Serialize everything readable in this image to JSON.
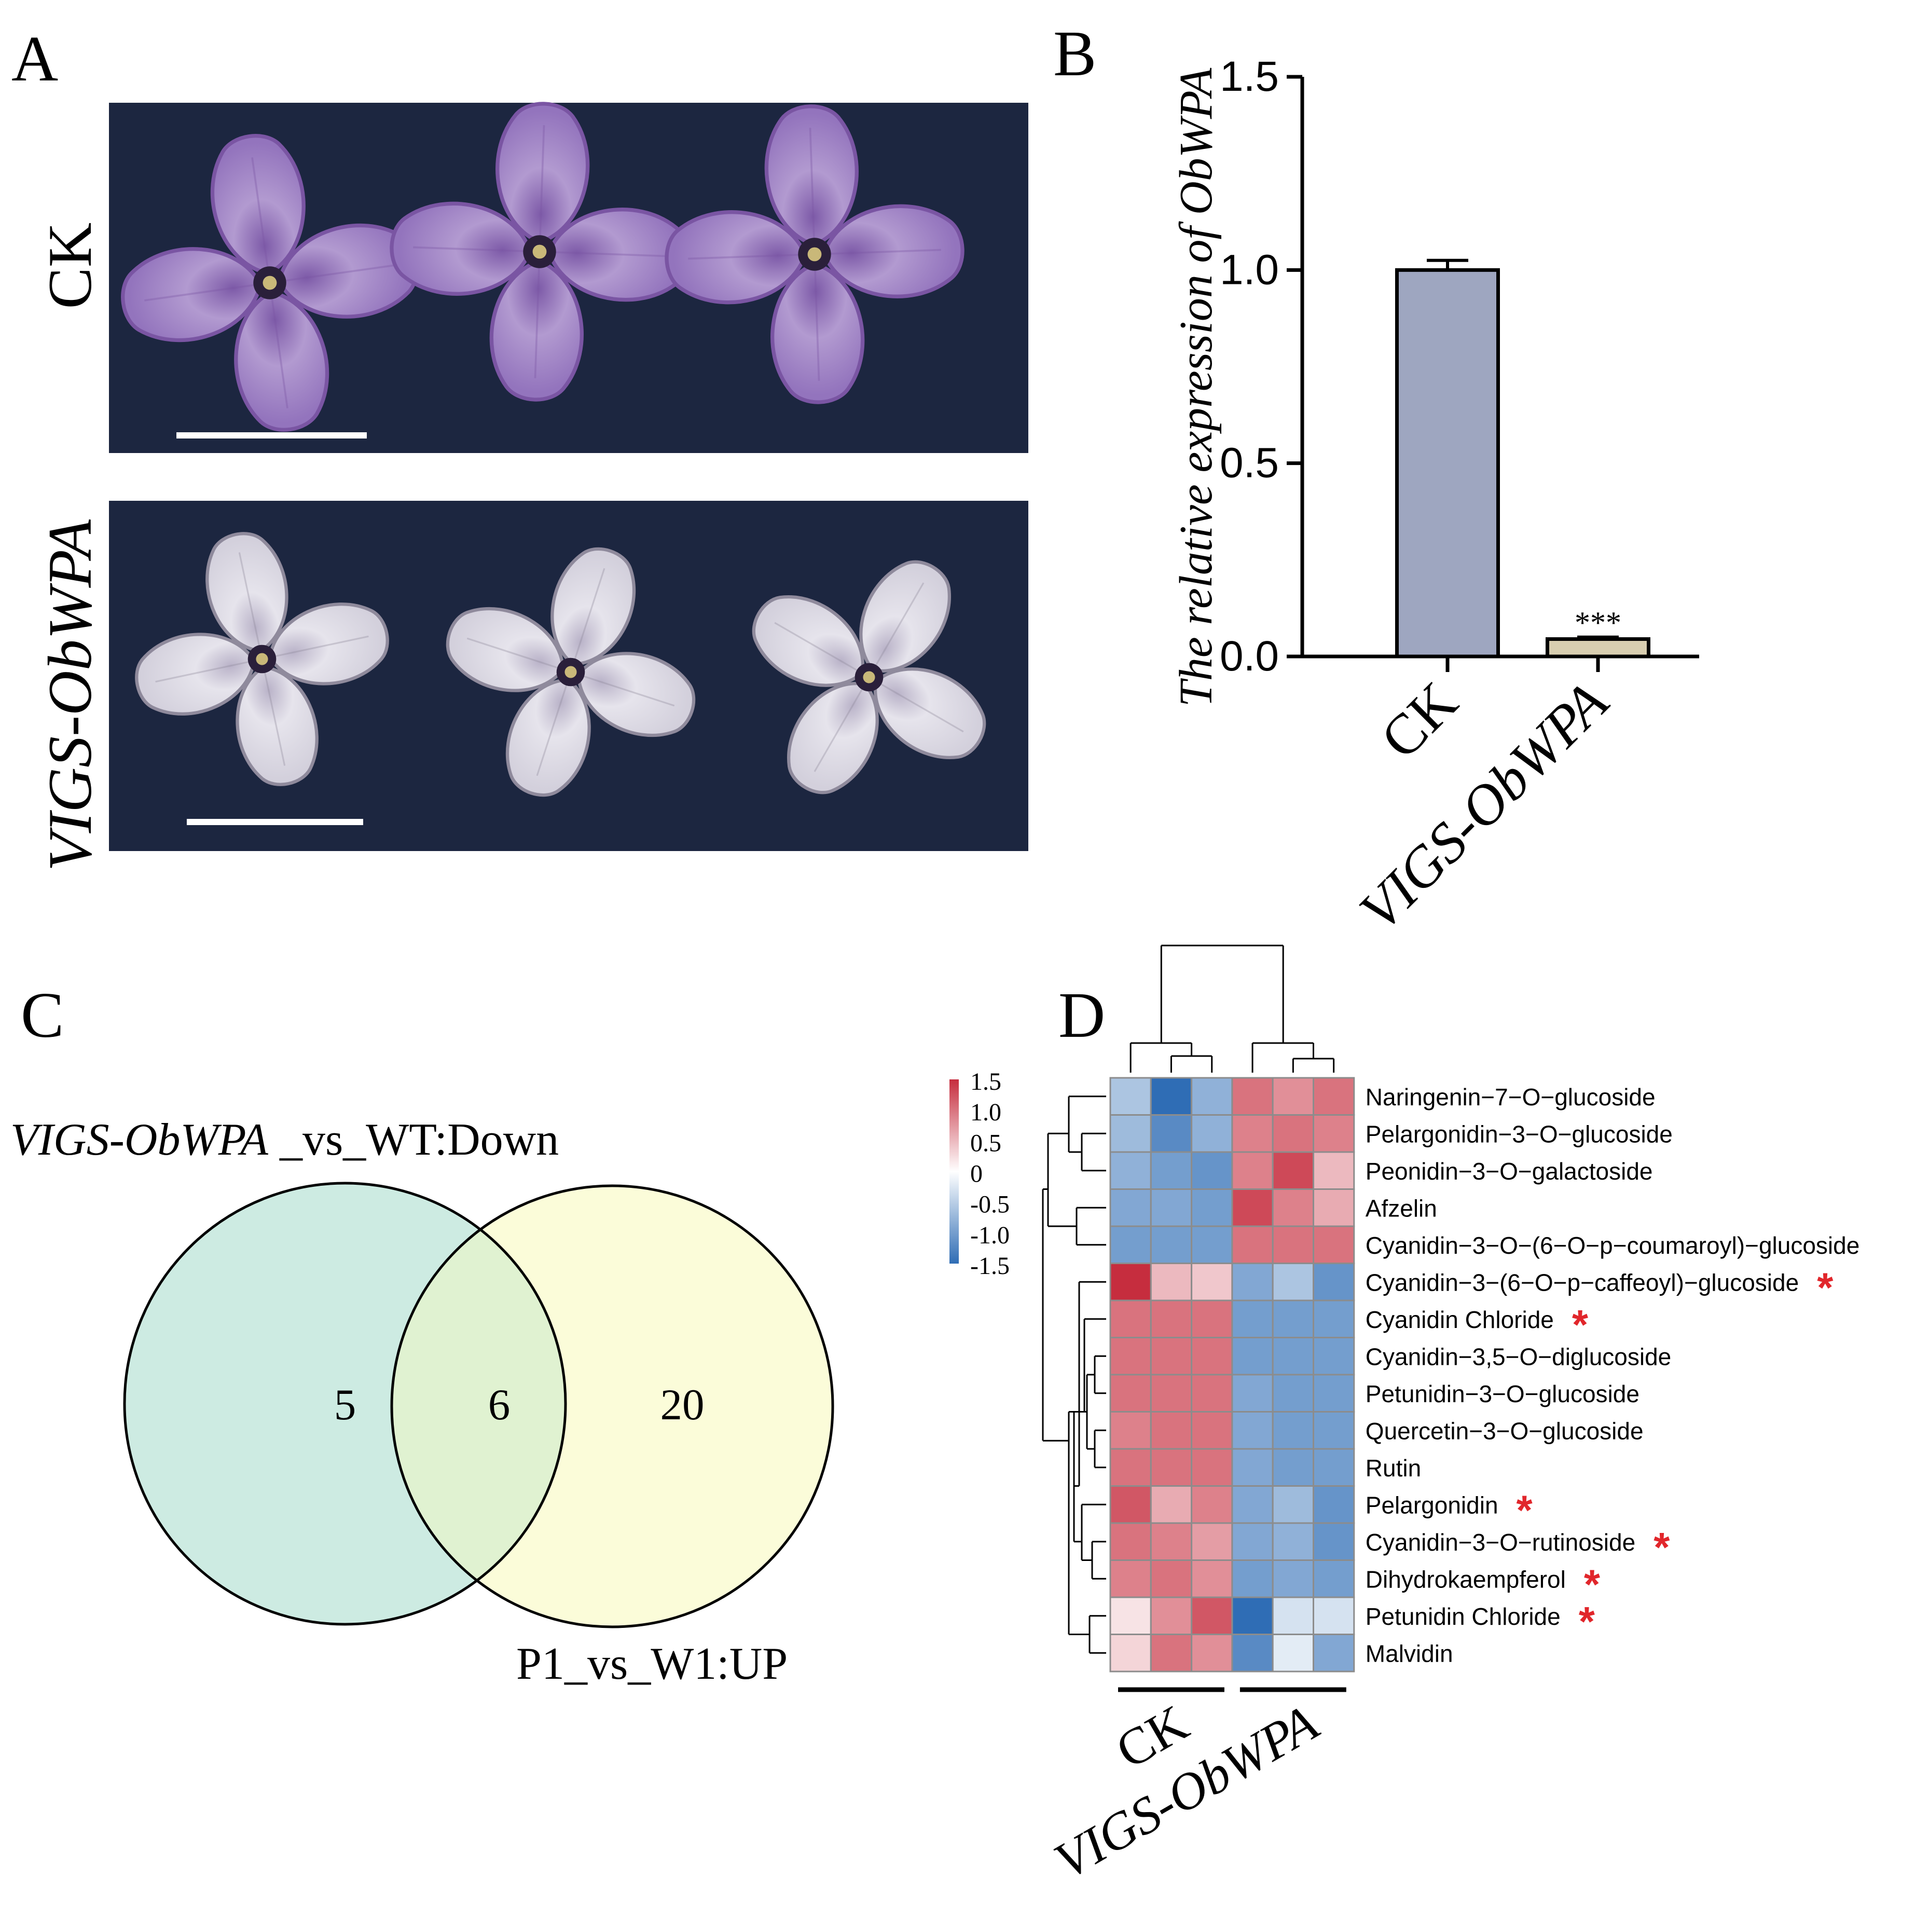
{
  "panels": {
    "a": {
      "letter": "A",
      "row_labels": {
        "ck": "CK",
        "vigs_prefix": "VIGS-",
        "vigs_gene": "ObWPA"
      },
      "colors": {
        "background": "#1c2640",
        "ck_petal": "#a98cc9",
        "ck_petal_edge": "#7a55a3",
        "vigs_petal": "#dcdae4",
        "center": "#2a1f3a",
        "scale_bar": "#ffffff"
      }
    },
    "b": {
      "letter": "B"
    },
    "c": {
      "letter": "C",
      "set1_label": {
        "prefix": "VIGS-ObWPA",
        "suffix": " _vs_WT:Down"
      },
      "set2_label": "P1_vs_W1:UP",
      "counts": {
        "only_set1": "5",
        "overlap": "6",
        "only_set2": "20"
      },
      "colors": {
        "set1": "#cdebe2",
        "overlap": "#e0f2d1",
        "set2": "#fbfcd9",
        "edge": "#000000"
      }
    },
    "d": {
      "letter": "D"
    }
  },
  "chart_data": [
    {
      "type": "bar",
      "panel": "B",
      "ylabel": {
        "prefix": "The relative expression of ",
        "gene": "ObWPA"
      },
      "categories": [
        {
          "prefix": "CK",
          "gene": ""
        },
        {
          "prefix": "VIGS-",
          "gene": "ObWPA"
        }
      ],
      "values": [
        1.0,
        0.045
      ],
      "errors": [
        0.025,
        0.005
      ],
      "bar_colors": [
        "#9ea6c0",
        "#d8ceb0"
      ],
      "annotations": [
        "",
        "***"
      ],
      "yticks": [
        "0.0",
        "0.5",
        "1.0",
        "1.5"
      ],
      "ylim": [
        0,
        1.5
      ]
    },
    {
      "type": "heatmap",
      "panel": "D",
      "rows": [
        "Naringenin−7−O−glucoside",
        "Pelargonidin−3−O−glucoside",
        "Peonidin−3−O−galactoside",
        "Afzelin",
        "Cyanidin−3−O−(6−O−p−coumaroyl)−glucoside",
        "Cyanidin−3−(6−O−p−caffeoyl)−glucoside",
        "Cyanidin Chloride",
        "Cyanidin−3,5−O−diglucoside",
        "Petunidin−3−O−glucoside",
        "Quercetin−3−O−glucoside",
        "Rutin",
        "Pelargonidin",
        "Cyanidin−3−O−rutinoside",
        "Dihydrokaempferol",
        "Petunidin Chloride",
        "Malvidin"
      ],
      "significance": [
        "",
        "",
        "",
        "",
        "",
        "*",
        "*",
        "",
        "",
        "",
        "",
        "*",
        "*",
        "*",
        "*",
        ""
      ],
      "values": [
        [
          -0.6,
          -1.5,
          -0.8,
          1.0,
          0.8,
          1.0
        ],
        [
          -0.7,
          -1.2,
          -0.8,
          0.9,
          1.0,
          0.9
        ],
        [
          -0.8,
          -1.0,
          -1.1,
          0.9,
          1.3,
          0.5
        ],
        [
          -0.9,
          -0.9,
          -1.0,
          1.3,
          0.9,
          0.6
        ],
        [
          -1.0,
          -1.0,
          -1.0,
          1.0,
          1.0,
          1.0
        ],
        [
          1.5,
          0.5,
          0.4,
          -0.9,
          -0.6,
          -1.1
        ],
        [
          1.0,
          1.0,
          1.0,
          -1.0,
          -1.0,
          -1.0
        ],
        [
          1.0,
          1.0,
          1.0,
          -1.0,
          -1.0,
          -1.0
        ],
        [
          1.0,
          1.0,
          1.0,
          -0.9,
          -1.0,
          -1.0
        ],
        [
          0.9,
          1.0,
          1.0,
          -0.9,
          -1.0,
          -1.0
        ],
        [
          1.0,
          1.0,
          1.0,
          -0.9,
          -1.0,
          -1.0
        ],
        [
          1.2,
          0.6,
          0.9,
          -0.9,
          -0.7,
          -1.1
        ],
        [
          1.0,
          0.9,
          0.7,
          -0.9,
          -0.8,
          -1.1
        ],
        [
          0.9,
          1.0,
          0.8,
          -1.0,
          -0.9,
          -1.0
        ],
        [
          0.2,
          0.8,
          1.2,
          -1.5,
          -0.3,
          -0.3
        ],
        [
          0.3,
          1.0,
          0.8,
          -1.2,
          -0.2,
          -0.9
        ]
      ],
      "group_labels": [
        {
          "prefix": "CK",
          "gene": ""
        },
        {
          "prefix": "VIGS-",
          "gene": "ObWPA"
        }
      ],
      "colorbar": {
        "ticks": [
          "1.5",
          "1.0",
          "0.5",
          "0",
          "-0.5",
          "-1.0",
          "-1.5"
        ],
        "range": [
          -1.5,
          1.5
        ],
        "colors": [
          "#2f6db5",
          "#ffffff",
          "#c62d3e"
        ]
      }
    }
  ]
}
